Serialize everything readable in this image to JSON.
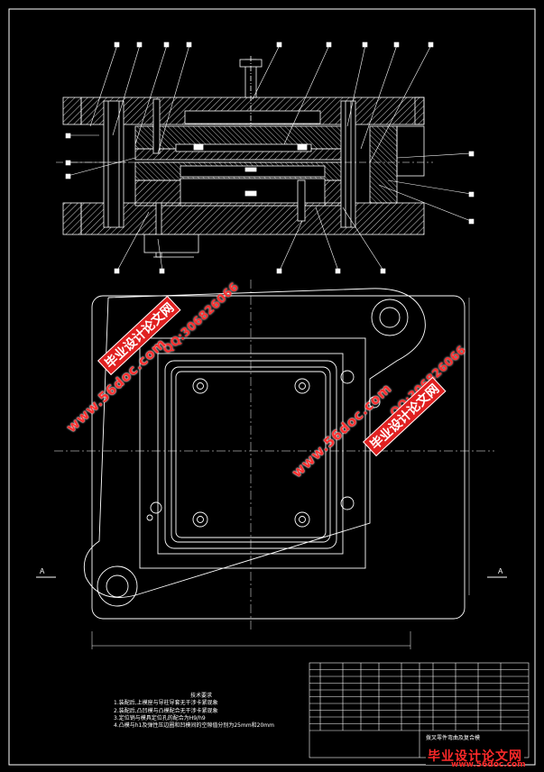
{
  "drawing": {
    "colors": {
      "background": "#000000",
      "line": "#ffffff",
      "hatch": "#ffffff",
      "accent": "#ff2a2a"
    },
    "tech_requirements": {
      "title": "技术要求",
      "items": [
        "1.装配后,上模座与导柱导套无干涉卡紧现象",
        "2.装配后,凸凹模与凸模配合无干涉卡紧现象",
        "3.定位销与模具定位孔的配合为H9/h9",
        "4.凸模与h1及弹性压边圈和凹模间的空隙值分别为25mm和20mm"
      ]
    },
    "title_block": {
      "name": "拨叉零件弯曲及复合模"
    },
    "watermarks": [
      {
        "text": "毕业设计论文网",
        "kind": "cn"
      },
      {
        "text": "QQ:306826066",
        "kind": "qq"
      },
      {
        "text": "www.56doc.com",
        "kind": "url"
      },
      {
        "text": "www.56doc.com",
        "kind": "url"
      },
      {
        "text": "QQ:306826066",
        "kind": "qq"
      },
      {
        "text": "毕业设计论文网",
        "kind": "cn"
      }
    ],
    "footer_logo": {
      "title": "毕业设计论文网",
      "url": "www.56doc.com"
    }
  }
}
